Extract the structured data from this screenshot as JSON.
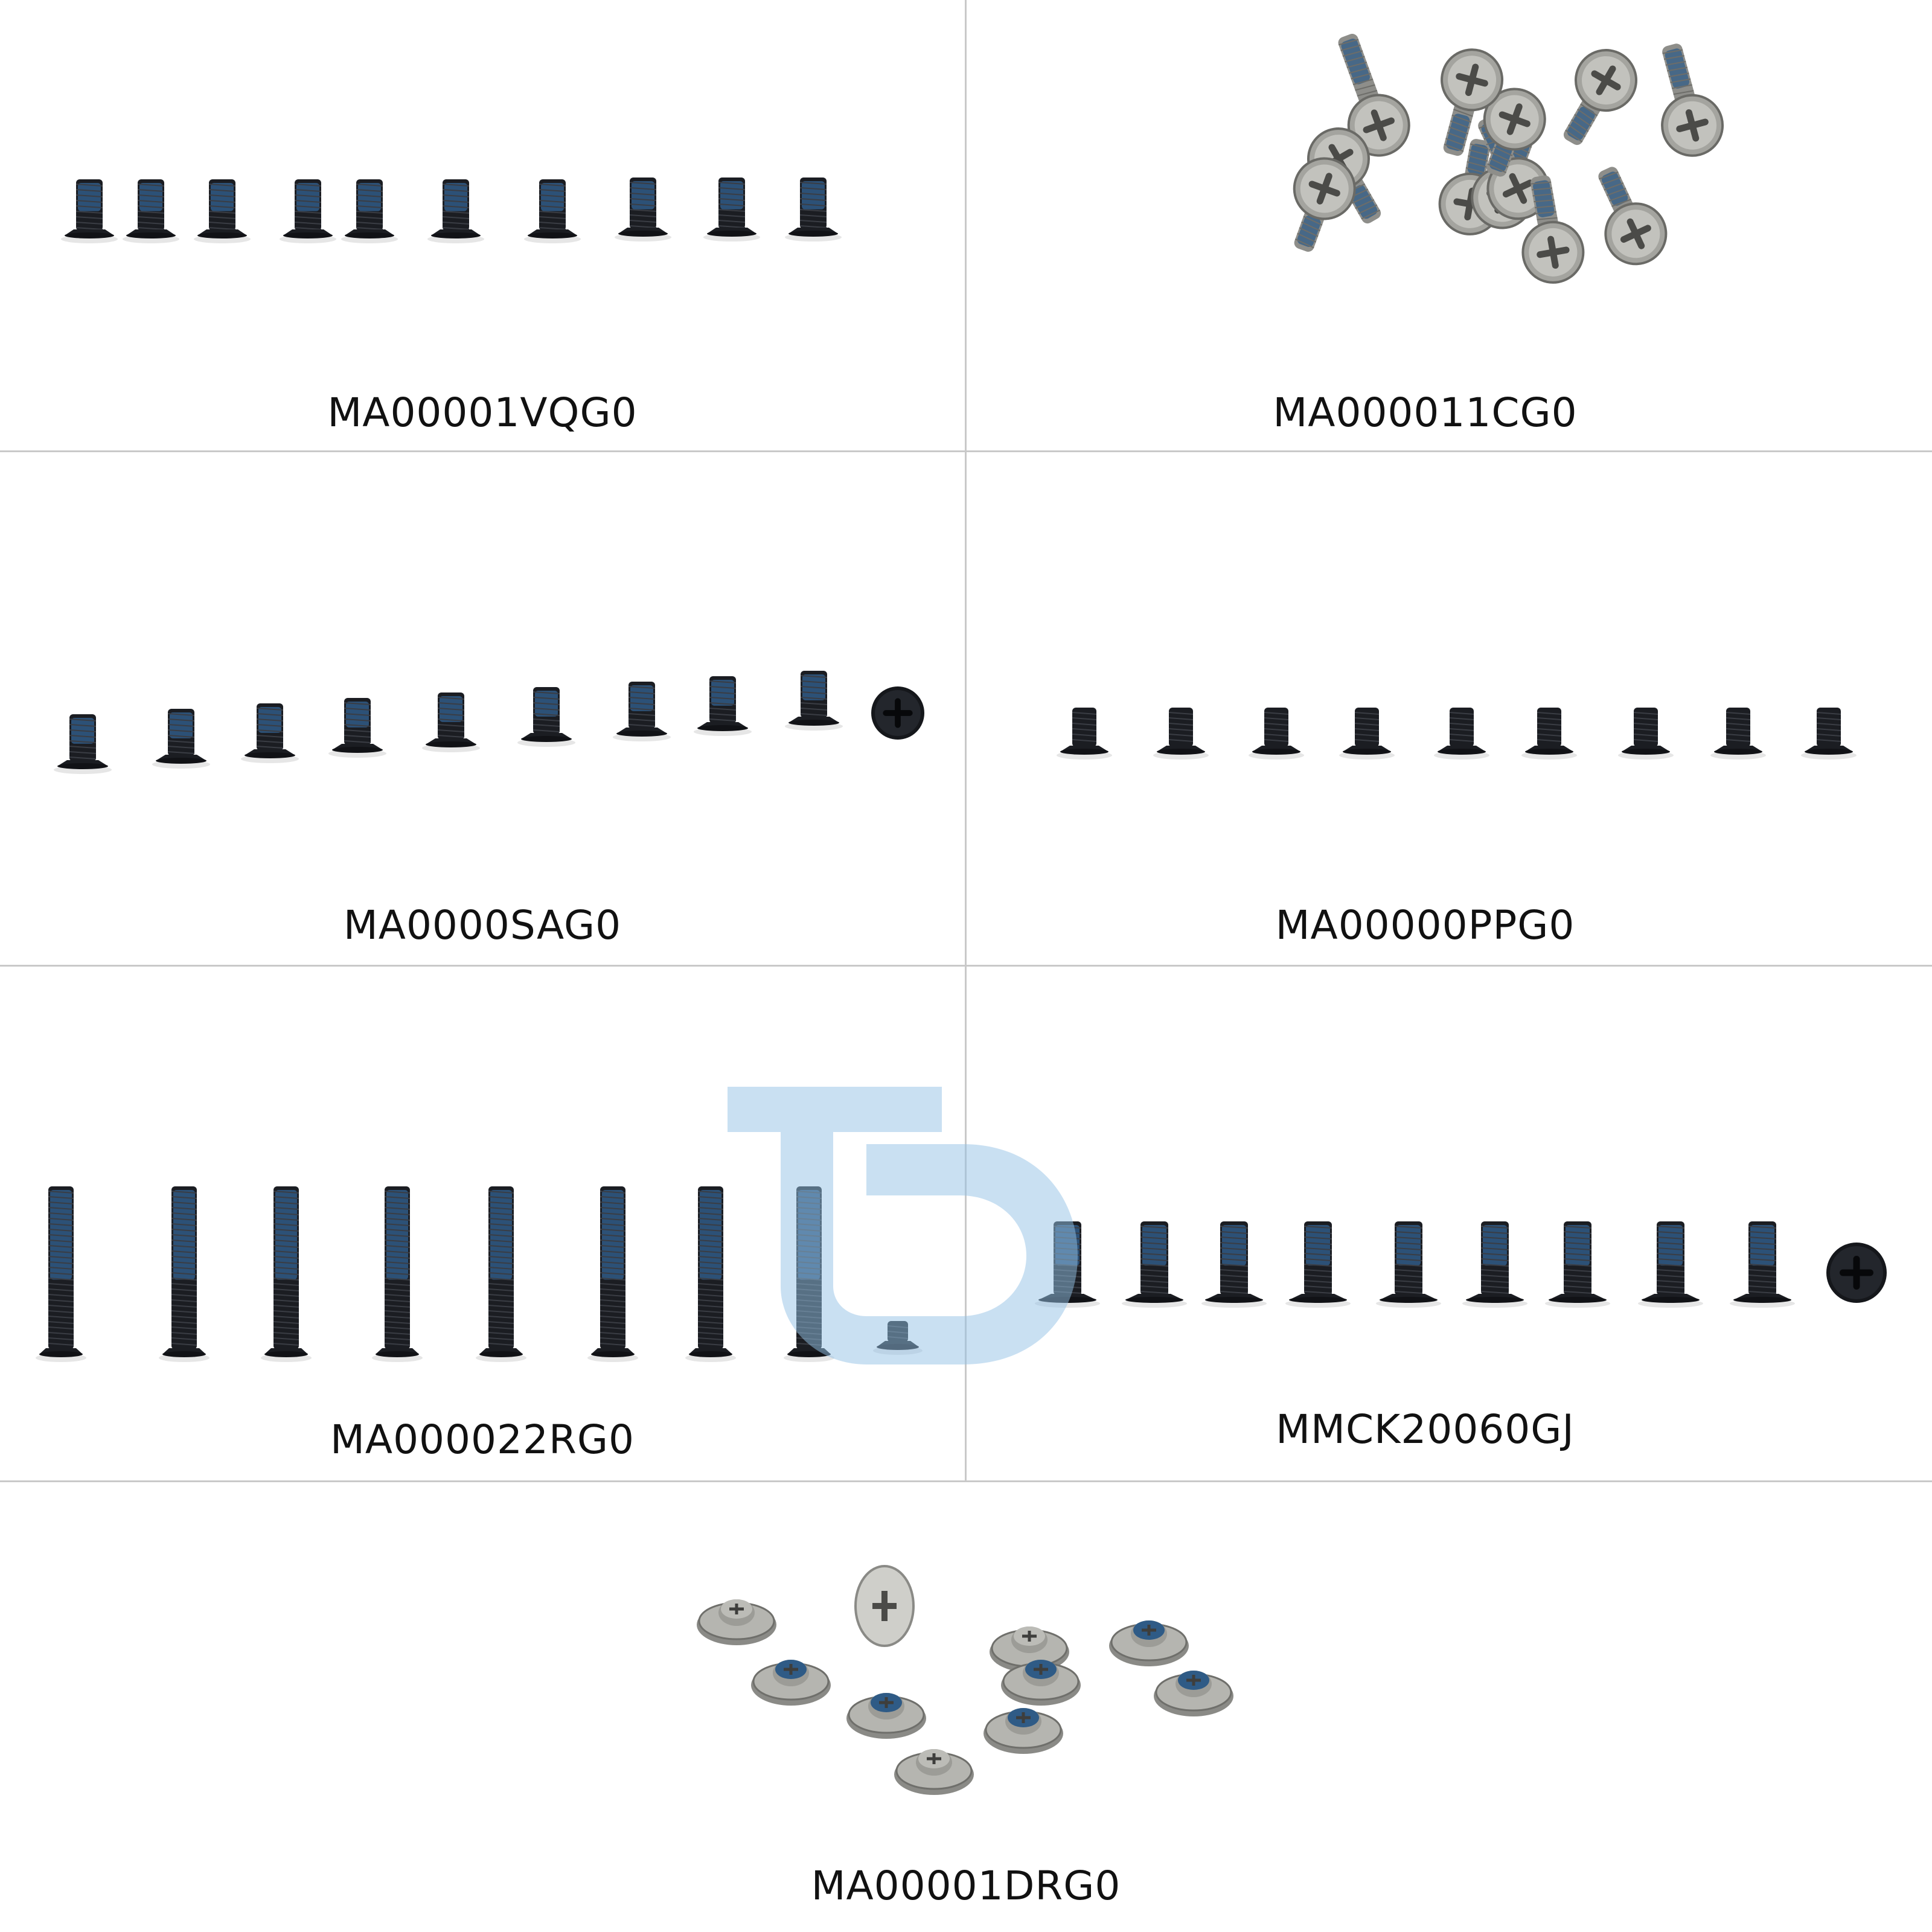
{
  "colors": {
    "background": "#ffffff",
    "divider": "#c9c9c9",
    "label": "#111111",
    "black_screw": "#1b1d22",
    "blue_patch": "#2f5b86",
    "silver_screw": "#8e8e8a",
    "watermark": "#94c2e6"
  },
  "panels": [
    {
      "part_number": "MA00001VQG0",
      "screw_style": "black-flat-head",
      "count": 10
    },
    {
      "part_number": "MA000011CG0",
      "screw_style": "silver-countersunk-cluster",
      "count": 12
    },
    {
      "part_number": "MA0000SAG0",
      "screw_style": "black-flat-head",
      "count": 10
    },
    {
      "part_number": "MA00000PPG0",
      "screw_style": "black-flat-head",
      "count": 9
    },
    {
      "part_number": "MA000022RG0",
      "screw_style": "black-long",
      "count": 9
    },
    {
      "part_number": "MMCK20060GJ",
      "screw_style": "black-wafer-head",
      "count": 10
    },
    {
      "part_number": "MA00001DRG0",
      "screw_style": "silver-washer-cluster",
      "count": 10
    }
  ],
  "watermark": {
    "name": "TD-logo"
  }
}
